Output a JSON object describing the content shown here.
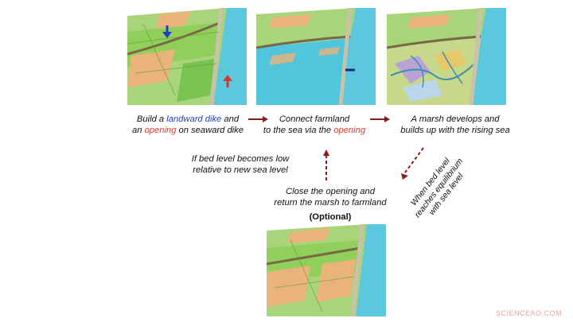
{
  "captions": {
    "step1": {
      "line1_pre": "Build a ",
      "line1_hl": "landward dike",
      "line1_post": " and",
      "line2_pre": "an ",
      "line2_hl": "opening",
      "line2_post": " on seaward dike"
    },
    "step2": {
      "line1": "Connect farmland",
      "line2_pre": "to the sea via the ",
      "line2_hl": "opening"
    },
    "step3": {
      "line1": "A marsh develops and",
      "line2": "builds up with the rising sea"
    },
    "step4": {
      "line1": "Close the opening and",
      "line2": "return the marsh to farmland",
      "line3": "(Optional)"
    },
    "condition_low": {
      "line1": "If bed level becomes low",
      "line2": "relative to new sea level"
    },
    "condition_eq": {
      "line1": "When bed level",
      "line2": "reaches equilibrium",
      "line3": "with sea level"
    }
  },
  "watermark": "SCIENCEAO.COM",
  "colors": {
    "sea": "#4fc6dc",
    "farm_green": "#8fcf5a",
    "farm_orange": "#e9b37a",
    "arrow_red": "#8b1a1a",
    "highlight_blue": "#1f3fbf",
    "highlight_red": "#d23b2a"
  }
}
